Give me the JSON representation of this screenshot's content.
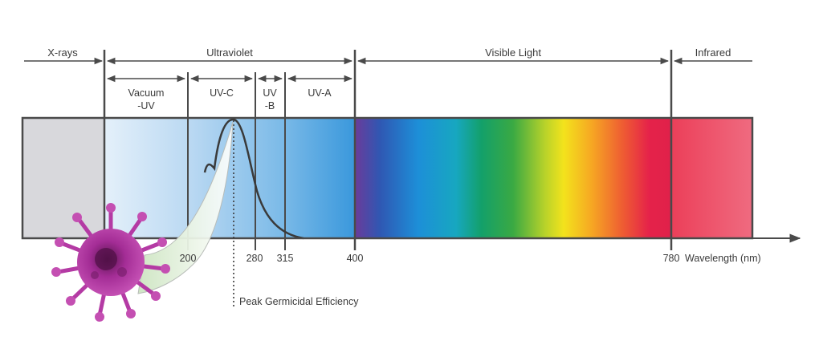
{
  "regions": {
    "xrays": "X-rays",
    "ultraviolet": "Ultraviolet",
    "visible": "Visible Light",
    "infrared": "Infrared"
  },
  "uv_subbands": {
    "vacuum_line1": "Vacuum",
    "vacuum_line2": "-UV",
    "uvc": "UV-C",
    "uvb_line1": "UV",
    "uvb_line2": "-B",
    "uva": "UV-A"
  },
  "ticks": {
    "t200": "200",
    "t280": "280",
    "t315": "315",
    "t400": "400",
    "t780": "780"
  },
  "axis_label": "Wavelength (nm)",
  "annotation": "Peak Germicidal Efficiency",
  "icons": [
    "virus-icon"
  ],
  "colors": {
    "xray_band": "#d8d8dc",
    "uv_light": "#dcebf8",
    "uv_dark": "#2f8fd6",
    "infrared": "#ee4a63",
    "virus": "#b43aa4",
    "frame": "#4a4a4a"
  }
}
